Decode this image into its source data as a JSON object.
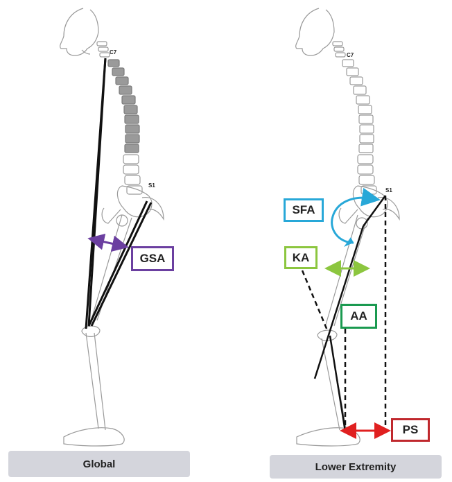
{
  "panels": {
    "global": {
      "caption": "Global",
      "c7_label": "C7",
      "s1_label": "S1",
      "gsa_label": "GSA"
    },
    "lower_extremity": {
      "caption": "Lower Extremity",
      "c7_label": "C7",
      "s1_label": "S1",
      "sfa_label": "SFA",
      "ka_label": "KA",
      "aa_label": "AA",
      "ps_label": "PS"
    }
  },
  "colors": {
    "gsa": "#6b3fa0",
    "sfa": "#28a8d8",
    "ka": "#8cc63f",
    "aa": "#1a9a50",
    "ps": "#c0282d",
    "ps_arrow": "#e02020",
    "vertebra_dark": "#9a9a9a",
    "caption_bg": "#d4d5dc"
  }
}
